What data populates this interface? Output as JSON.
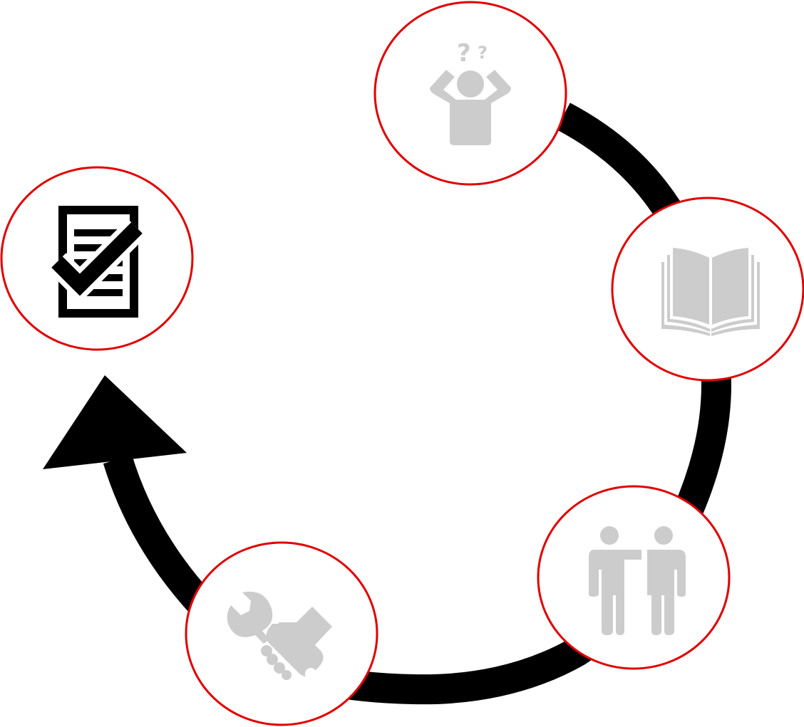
{
  "diagram": {
    "type": "cycle",
    "direction": "counter-clockwise",
    "colors": {
      "arrow": "#000000",
      "node_border": "#e00000",
      "node_fill": "#ffffff",
      "inactive_icon": "#cccccc",
      "active_icon": "#000000"
    },
    "nodes": [
      {
        "icon": "confused-person-icon",
        "state": "inactive"
      },
      {
        "icon": "open-book-icon",
        "state": "inactive"
      },
      {
        "icon": "two-people-icon",
        "state": "inactive"
      },
      {
        "icon": "handshake-tools-icon",
        "state": "inactive"
      },
      {
        "icon": "checklist-icon",
        "state": "active"
      }
    ]
  }
}
